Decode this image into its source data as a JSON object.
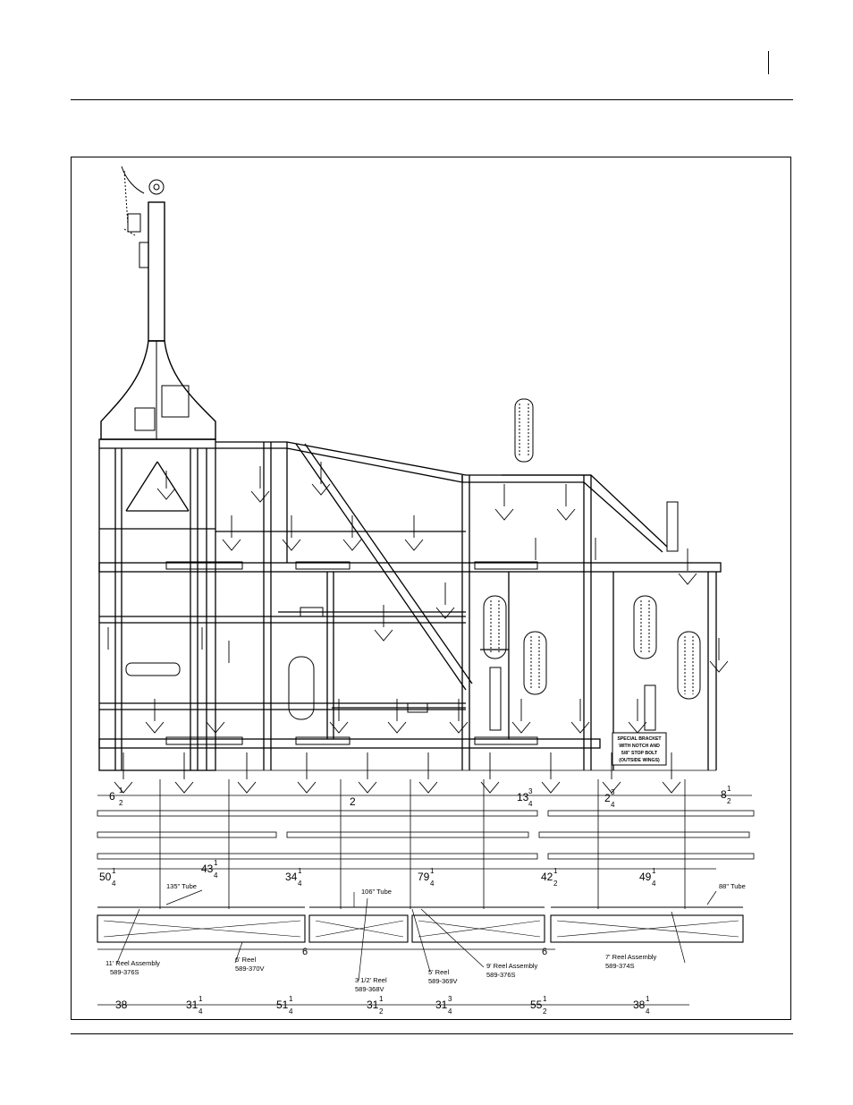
{
  "page": {
    "header_mark": "|"
  },
  "note": {
    "lines": [
      "SPECIAL BRACKET",
      "WITH NOTCH AND",
      "5/8\" STOP BOLT",
      "(OUTSIDE WINGS)"
    ]
  },
  "tubes": [
    {
      "label": "135\" Tube"
    },
    {
      "label": "106\" Tube"
    },
    {
      "label": "88\" Tube"
    }
  ],
  "reels": [
    {
      "name": "11' Reel Assembly",
      "part": "589-376S"
    },
    {
      "name": "6' Reel",
      "part": "589-370V"
    },
    {
      "name": "3 1/2' Reel",
      "part": "589-368V"
    },
    {
      "name": "5' Reel",
      "part": "589-369V"
    },
    {
      "name": "9' Reel Assembly",
      "part": "589-376S"
    },
    {
      "name": "7' Reel Assembly",
      "part": "589-374S"
    }
  ],
  "dims_upper": [
    {
      "whole": "6",
      "num": "1",
      "den": "2"
    },
    {
      "whole": "2",
      "num": "",
      "den": ""
    },
    {
      "whole": "13",
      "num": "3",
      "den": "4"
    },
    {
      "whole": "2",
      "num": "3",
      "den": "4"
    },
    {
      "whole": "8",
      "num": "1",
      "den": "2"
    }
  ],
  "dims_middle": [
    {
      "whole": "50",
      "num": "1",
      "den": "4"
    },
    {
      "whole": "43",
      "num": "1",
      "den": "4"
    },
    {
      "whole": "34",
      "num": "1",
      "den": "4"
    },
    {
      "whole": "79",
      "num": "1",
      "den": "4"
    },
    {
      "whole": "42",
      "num": "1",
      "den": "2"
    },
    {
      "whole": "49",
      "num": "1",
      "den": "4"
    }
  ],
  "dims_gap": [
    "6",
    "6"
  ],
  "dims_bottom": [
    {
      "whole": "38",
      "num": "",
      "den": ""
    },
    {
      "whole": "31",
      "num": "1",
      "den": "4"
    },
    {
      "whole": "51",
      "num": "1",
      "den": "4"
    },
    {
      "whole": "31",
      "num": "1",
      "den": "2"
    },
    {
      "whole": "31",
      "num": "3",
      "den": "4"
    },
    {
      "whole": "55",
      "num": "1",
      "den": "2"
    },
    {
      "whole": "38",
      "num": "1",
      "den": "4"
    }
  ]
}
